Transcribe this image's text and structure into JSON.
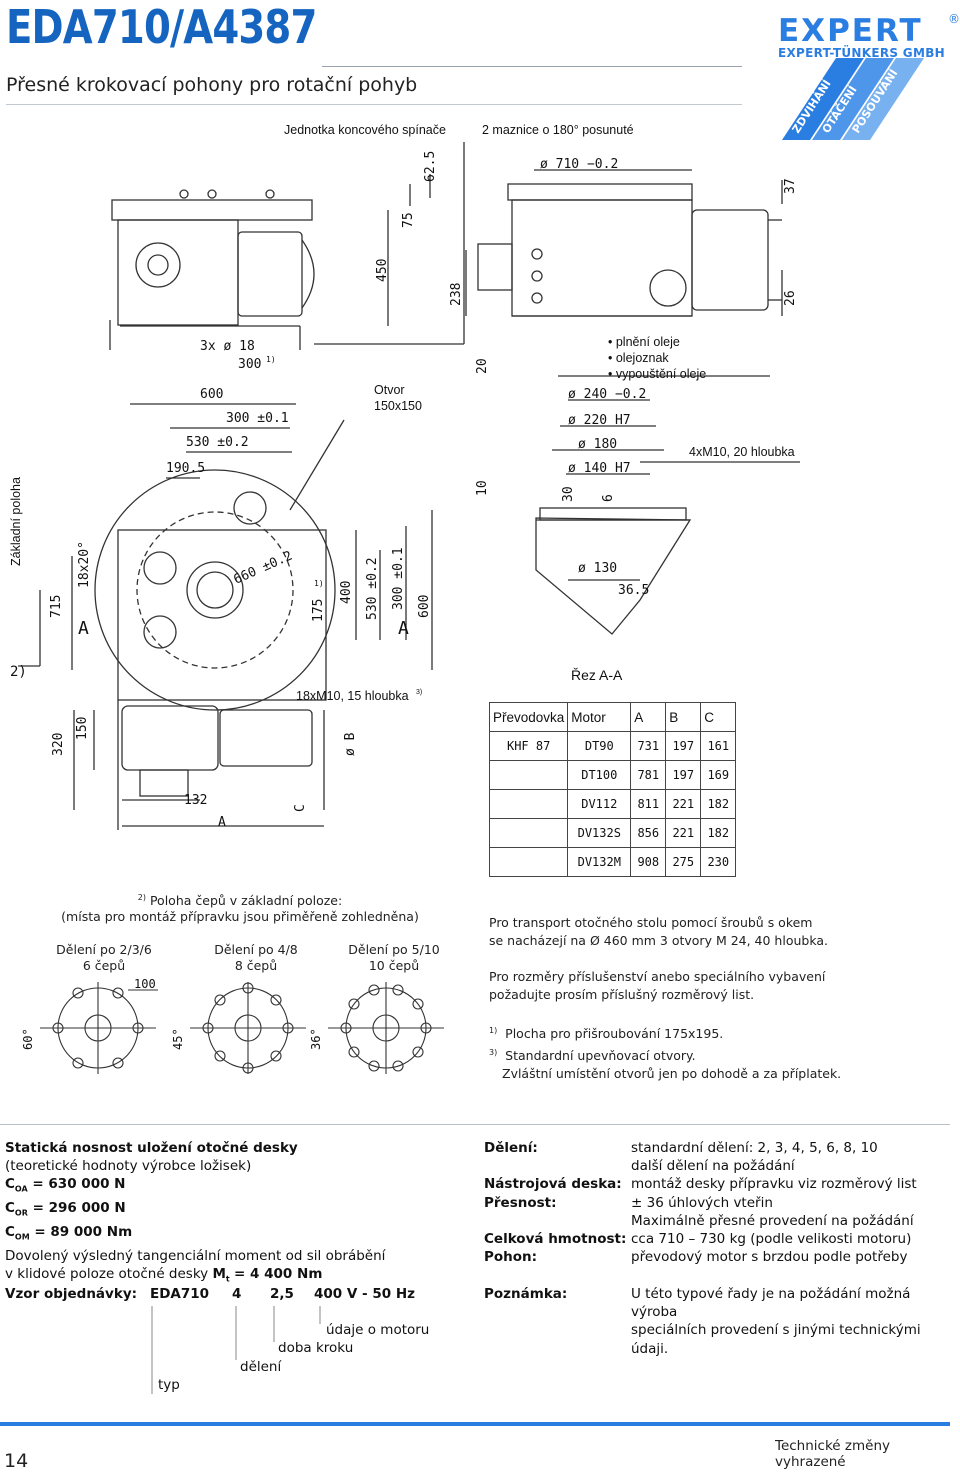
{
  "header": {
    "model": "EDA710/A4387",
    "subtitle": "Přesné krokovací pohony pro rotační pohyb",
    "logo_word": "EXPERT",
    "logo_sub": "EXPERT-TÜNKERS GMBH",
    "logo_reg": "®",
    "tags": [
      "ZDVIHÁNÍ",
      "OTÁČENÍ",
      "POSOUVÁNÍ"
    ]
  },
  "drawing": {
    "labels": {
      "limit_switch": "Jednotka koncového spínače",
      "two_grease": "2 maznice o 180° posunuté",
      "hole": "Otvor\n150x150",
      "base_position": "Základní poloha",
      "oil": [
        "plnění oleje",
        "olejoznak",
        "vypouštění oleje"
      ],
      "thread_top": "4xM10, 20 hloubka",
      "section": "Řez A-A",
      "thread_bottom": "18xM10, 15 hloubka",
      "thread_bottom_note": "3)",
      "mark_2": "2)"
    },
    "dims": {
      "d710": "ø 710 −0.2",
      "d240": "ø 240 −0.2",
      "d220": "ø 220 H7",
      "d180": "ø 180",
      "d140": "ø 140 H7",
      "d130": "ø 130",
      "v365": "36.5",
      "v30": "30",
      "v6": "6",
      "v10": "10",
      "v20": "20",
      "v238": "238",
      "v450": "450",
      "v75": "75",
      "v625": "62.5",
      "v37": "37",
      "v26": "26",
      "h3x18": "3x ø 18",
      "h300a": "300",
      "h300a_note": "1)",
      "h600": "600",
      "h300b": "300 ±0.1",
      "h530": "530 ±0.2",
      "h1905": "190.5",
      "a20": "18x20°",
      "d660": "660 ±0.2",
      "v175": "175",
      "v175_note": "1)",
      "v400": "400",
      "v530": "530 ±0.2",
      "v300": "300 ±0.1",
      "v600": "600",
      "v715": "715",
      "markA1": "A",
      "markA2": "A",
      "v320": "320",
      "v150": "150",
      "dB": "ø B",
      "hC": "C",
      "h132": "132",
      "hA": "A"
    }
  },
  "motor_table": {
    "headers": [
      "Převodovka",
      "Motor",
      "A",
      "B",
      "C"
    ],
    "rows": [
      [
        "KHF 87",
        "DT90",
        "731",
        "197",
        "161"
      ],
      [
        "",
        "DT100",
        "781",
        "197",
        "169"
      ],
      [
        "",
        "DV112",
        "811",
        "221",
        "182"
      ],
      [
        "",
        "DV132S",
        "856",
        "221",
        "182"
      ],
      [
        "",
        "DV132M",
        "908",
        "275",
        "230"
      ]
    ]
  },
  "pins": {
    "note_mark": "2)",
    "note_line1": "Poloha čepů v základní poloze:",
    "note_line2": "(místa pro montáž přípravku jsou přiměřeně zohledněna)",
    "groups": [
      {
        "title": "Dělení po 2/3/6",
        "count": "6 čepů",
        "angle": "60°"
      },
      {
        "title": "Dělení po 4/8",
        "count": "8 čepů",
        "angle": "45°"
      },
      {
        "title": "Dělení po 5/10",
        "count": "10 čepů",
        "angle": "36°"
      }
    ],
    "dim100": "100"
  },
  "notes": {
    "transport1": "Pro transport otočného stolu pomocí šroubů s okem",
    "transport2": "se nacházejí na Ø 460 mm 3 otvory M 24, 40 hloubka.",
    "accessories1": "Pro rozměry příslušenství anebo speciálního vybavení",
    "accessories2": "požadujte prosím příslušný rozměrový list.",
    "fn1_mark": "1)",
    "fn1": "Plocha pro přišroubování 175x195.",
    "fn3_mark": "3)",
    "fn3": "Standardní upevňovací otvory.",
    "fn3b": "Zvláštní umístění otvorů jen po dohodě a za příplatek."
  },
  "specs": {
    "load_title": "Statická nosnost uložení otočné desky",
    "load_sub": "(teoretické hodnoty výrobce ložisek)",
    "coa_label": "C",
    "coa_sub": "OA",
    "coa_val": "= 630 000 N",
    "cor_label": "C",
    "cor_sub": "OR",
    "cor_val": "= 296 000 N",
    "com_label": "C",
    "com_sub": "OM",
    "com_val": "=  89 000 Nm",
    "moment1": "Dovolený výsledný tangenciální moment od sil obrábění",
    "moment2": "v klidové poloze otočné desky",
    "mt_label": "M",
    "mt_sub": "t",
    "mt_val": "= 4 400 Nm",
    "right": [
      {
        "label": "Dělení:",
        "value": "standardní dělení:  2, 3, 4, 5, 6, 8, 10"
      },
      {
        "label": "",
        "value": "další dělení na požádání"
      },
      {
        "label": "Nástrojová deska:",
        "value": "montáž desky přípravku viz rozměrový list"
      },
      {
        "label": "Přesnost:",
        "value": "± 36 úhlových vteřin"
      },
      {
        "label": "",
        "value": "Maximálně přesné provedení na požádání"
      },
      {
        "label": "Celková hmotnost:",
        "value": "cca 710 – 730 kg (podle velikosti motoru)"
      },
      {
        "label": "Pohon:",
        "value": "převodový motor s brzdou podle potřeby"
      }
    ],
    "order_label": "Vzor objednávky:",
    "order": {
      "type": "EDA710",
      "div": "4",
      "step": "2,5",
      "motor": "400 V - 50 Hz"
    },
    "order_motor": "údaje o motoru",
    "order_step": "doba kroku",
    "order_div": "dělení",
    "order_type": "typ",
    "note_label": "Poznámka:",
    "note1": "U této typové řady je na požádání možná výroba",
    "note2": "speciálních provedení s jinými technickými údaji."
  },
  "footer": {
    "page": "14",
    "changes": "Technické změny vyhrazené"
  }
}
